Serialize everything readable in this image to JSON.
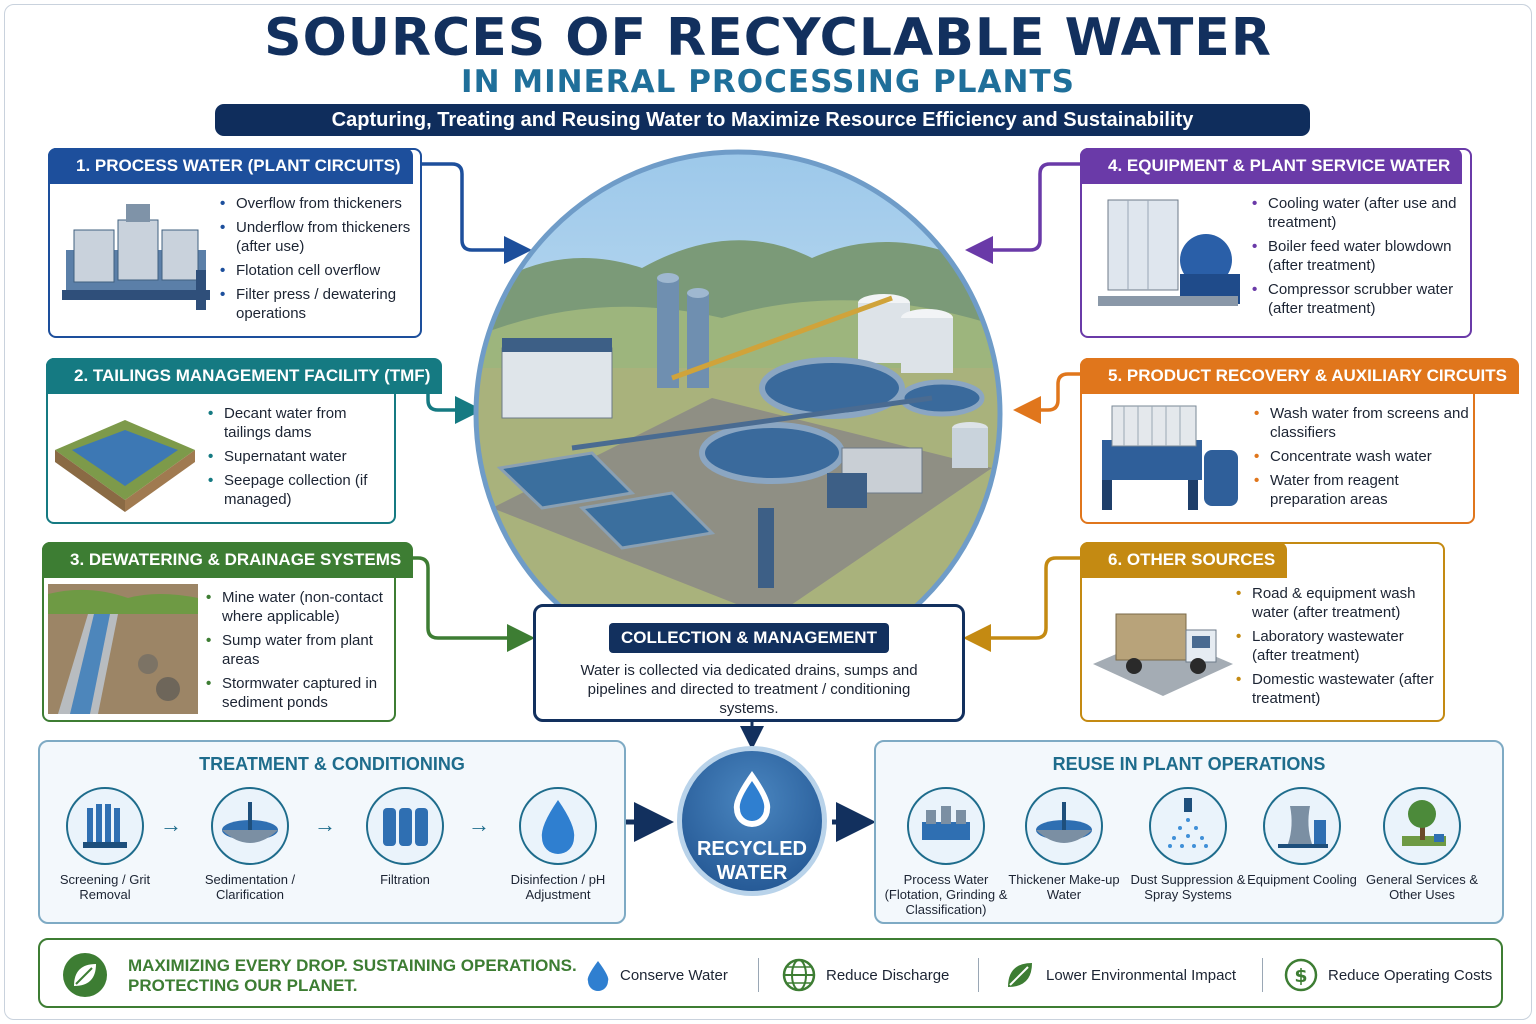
{
  "title": "SOURCES OF RECYCLABLE WATER",
  "subtitle": "IN MINERAL PROCESSING PLANTS",
  "tagline": "Capturing, Treating and Reusing Water to Maximize Resource Efficiency and Sustainability",
  "sources": [
    {
      "heading": "1. PROCESS WATER (PLANT CIRCUITS)",
      "color": "#1d4f9c",
      "items": [
        "Overflow from thickeners",
        "Underflow from thickeners (after use)",
        "Flotation cell overflow",
        "Filter press / dewatering operations"
      ]
    },
    {
      "heading": "2. TAILINGS MANAGEMENT FACILITY (TMF)",
      "color": "#157a82",
      "items": [
        "Decant water from tailings dams",
        "Supernatant water",
        "Seepage collection (if managed)"
      ]
    },
    {
      "heading": "3. DEWATERING & DRAINAGE SYSTEMS",
      "color": "#3d7d33",
      "items": [
        "Mine water (non-contact where applicable)",
        "Sump water from plant areas",
        "Stormwater captured in sediment ponds"
      ]
    },
    {
      "heading": "4. EQUIPMENT & PLANT SERVICE WATER",
      "color": "#6a3aa8",
      "items": [
        "Cooling water (after use and treatment)",
        "Boiler feed water blowdown (after treatment)",
        "Compressor scrubber water (after treatment)"
      ]
    },
    {
      "heading": "5. PRODUCT RECOVERY & AUXILIARY CIRCUITS",
      "color": "#e0761c",
      "items": [
        "Wash water from screens and classifiers",
        "Concentrate wash water",
        "Water from reagent preparation areas"
      ]
    },
    {
      "heading": "6. OTHER SOURCES",
      "color": "#c48a12",
      "items": [
        "Road & equipment wash water (after treatment)",
        "Laboratory wastewater (after treatment)",
        "Domestic wastewater (after treatment)"
      ]
    }
  ],
  "collection": {
    "heading": "COLLECTION & MANAGEMENT",
    "text": "Water is collected via dedicated drains, sumps and pipelines and directed to treatment / conditioning systems."
  },
  "treatment": {
    "heading": "TREATMENT & CONDITIONING",
    "steps": [
      "Screening / Grit Removal",
      "Sedimentation / Clarification",
      "Filtration",
      "Disinfection / pH Adjustment"
    ]
  },
  "recycled": {
    "label_line1": "RECYCLED",
    "label_line2": "WATER"
  },
  "reuse": {
    "heading": "REUSE IN PLANT OPERATIONS",
    "items": [
      "Process Water (Flotation, Grinding & Classification)",
      "Thickener Make-up Water",
      "Dust Suppression & Spray Systems",
      "Equipment Cooling",
      "General Services & Other Uses"
    ]
  },
  "footer": {
    "slogan_line1": "MAXIMIZING EVERY DROP.  SUSTAINING OPERATIONS.",
    "slogan_line2": "PROTECTING OUR PLANET.",
    "benefits": [
      "Conserve Water",
      "Reduce Discharge",
      "Lower Environmental Impact",
      "Reduce Operating Costs"
    ]
  }
}
